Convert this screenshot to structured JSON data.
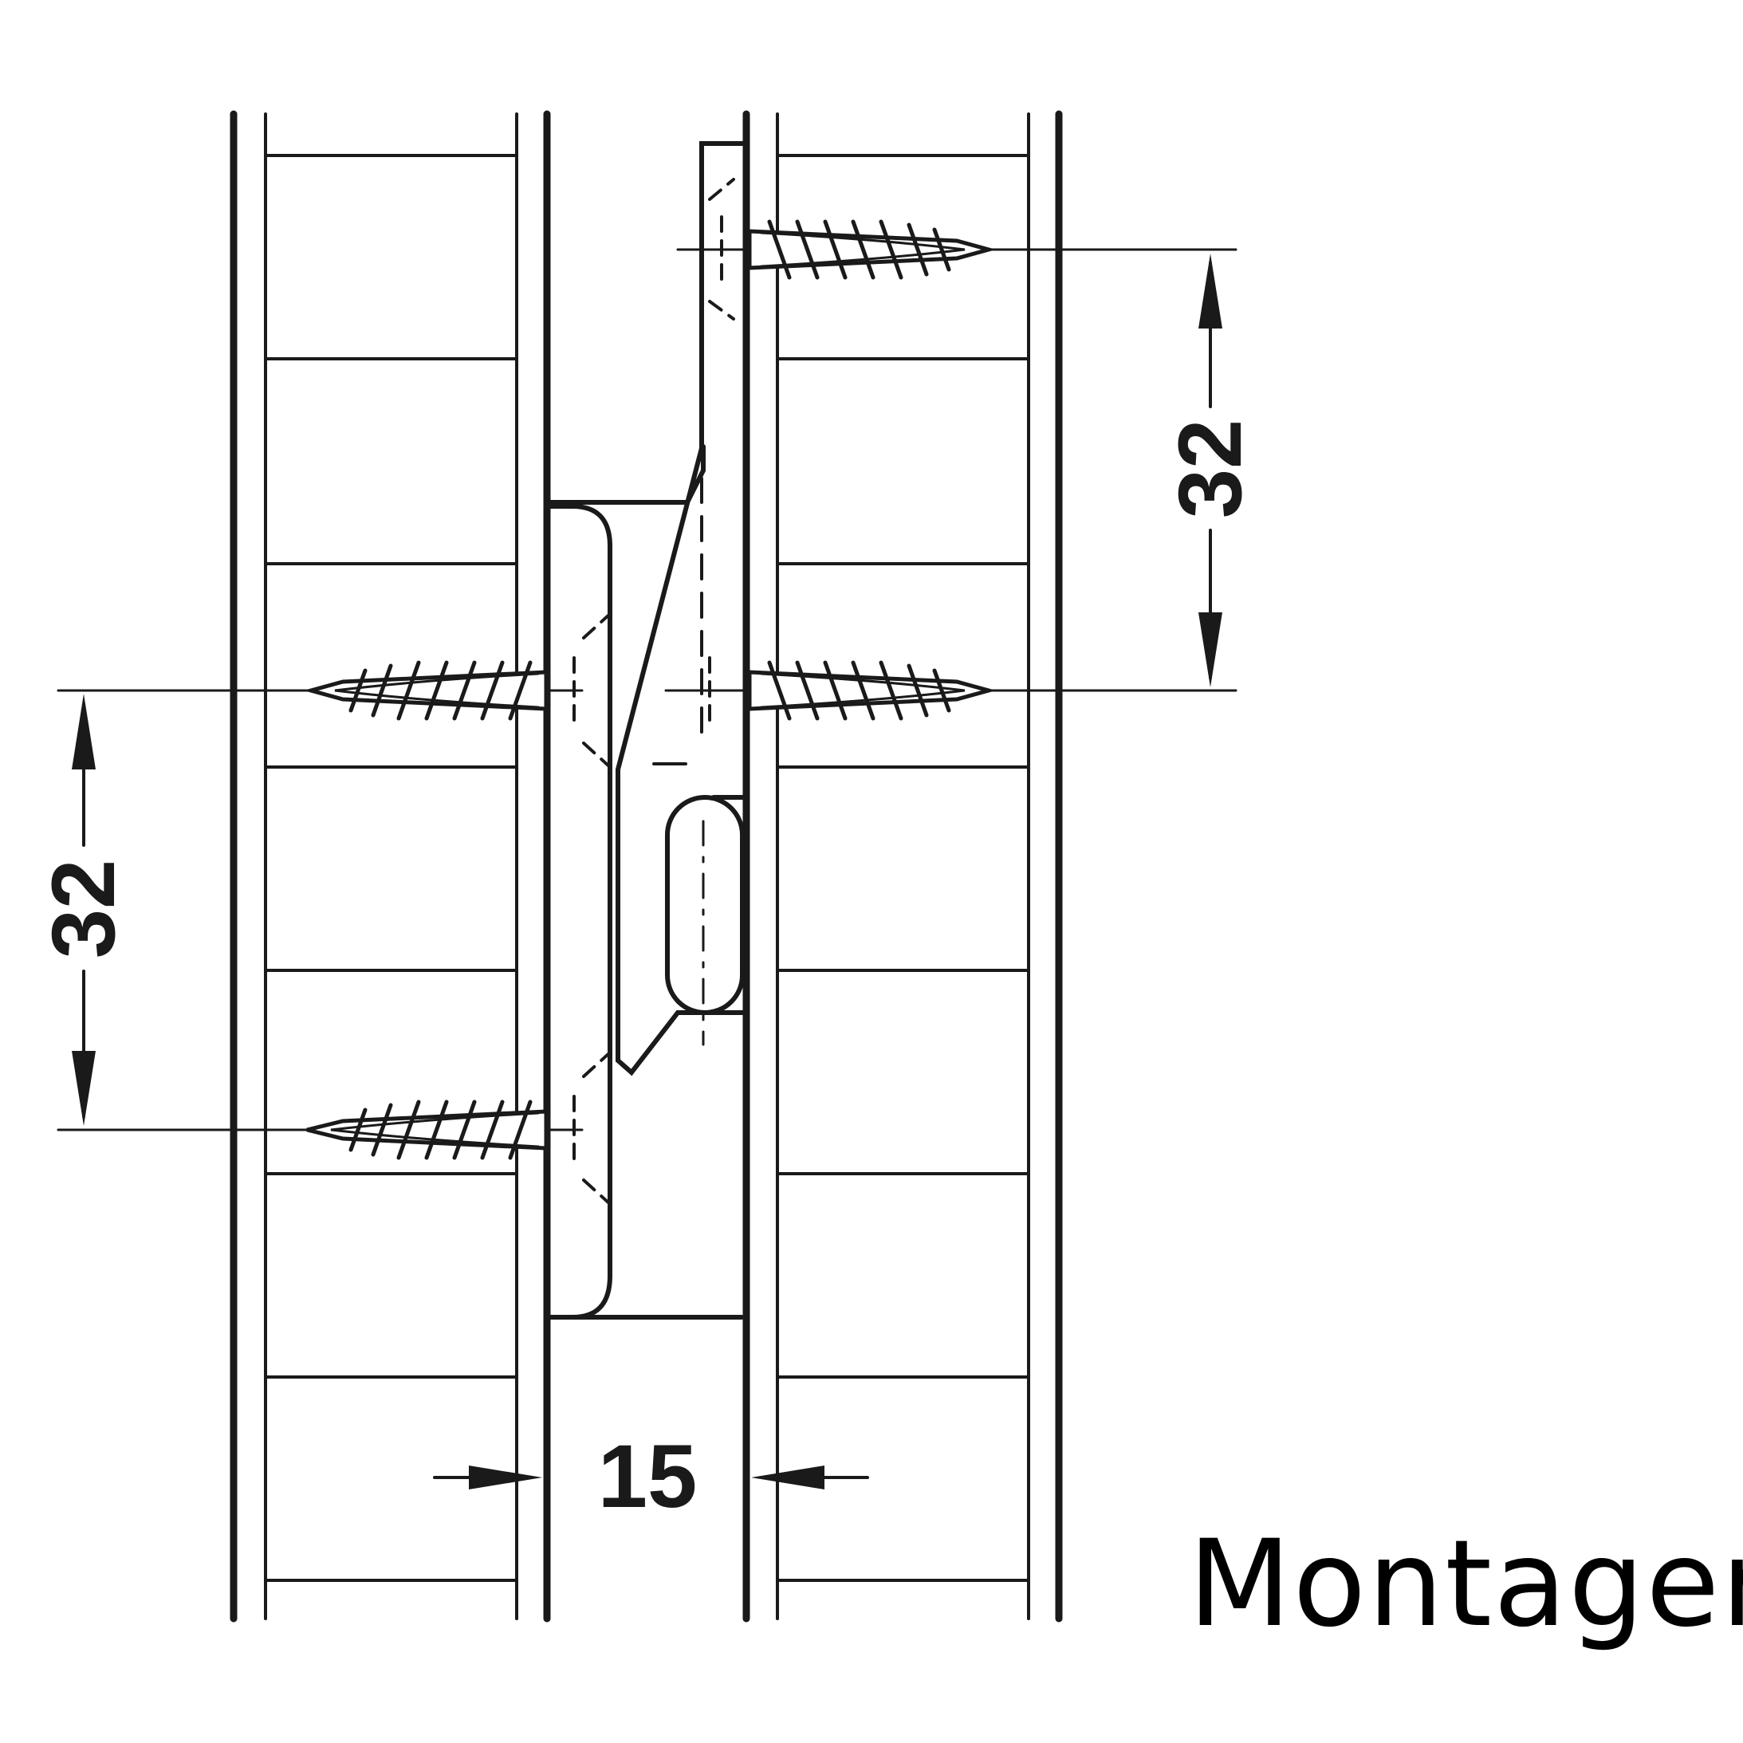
{
  "diagram": {
    "dimensions": {
      "right_vertical_spacing": "32",
      "left_vertical_spacing": "32",
      "panel_gap": "15"
    },
    "caption": "Montagem",
    "colors": {
      "line": "#1a1a1a",
      "background": "#ffffff"
    }
  }
}
